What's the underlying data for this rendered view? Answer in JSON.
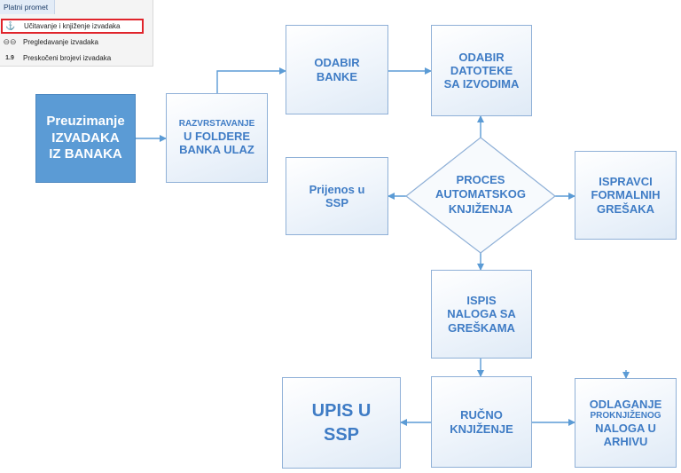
{
  "menu": {
    "title": "Platni promet",
    "items": [
      {
        "label": "Učitavanje i knjiženje izvadaka",
        "icon": "anchor-icon",
        "selected": true
      },
      {
        "label": "Pregledavanje izvadaka",
        "icon": "glasses-icon",
        "selected": false
      },
      {
        "label": "Preskočeni brojevi izvadaka",
        "icon": "number-icon",
        "icon_text": "1.9",
        "selected": false
      }
    ]
  },
  "diagram": {
    "preuzimanje": [
      "Preuzimanje",
      "IZVADAKA",
      "IZ BANAKA"
    ],
    "razvrstavanje": [
      "RAZVRSTAVANJE",
      "U FOLDERE",
      "BANKA ULAZ"
    ],
    "odabir_banke": [
      "ODABIR",
      "BANKE"
    ],
    "odabir_datoteke": [
      "ODABIR",
      "DATOTEKE",
      "SA IZVODIMA"
    ],
    "prijenos": [
      "Prijenos u",
      "SSP"
    ],
    "proces": [
      "PROCES",
      "AUTOMATSKOG",
      "KNJIŽENJA"
    ],
    "ispravci": [
      "ISPRAVCI",
      "FORMALNIH",
      "GREŠAKA"
    ],
    "ispis": [
      "ISPIS",
      "NALOGA SA",
      "GREŠKAMA"
    ],
    "upis": [
      "UPIS U",
      "SSP"
    ],
    "rucno": [
      "RUČNO",
      "KNJIŽENJE"
    ],
    "odlaganje": [
      "ODLAGANJE",
      "PROKNJIŽENOG",
      "NALOGA U",
      "ARHIVU"
    ]
  },
  "colors": {
    "accent": "#5b9bd5",
    "text": "#3f7cc5",
    "border": "#8fb0d7",
    "selection": "#e0242b"
  }
}
